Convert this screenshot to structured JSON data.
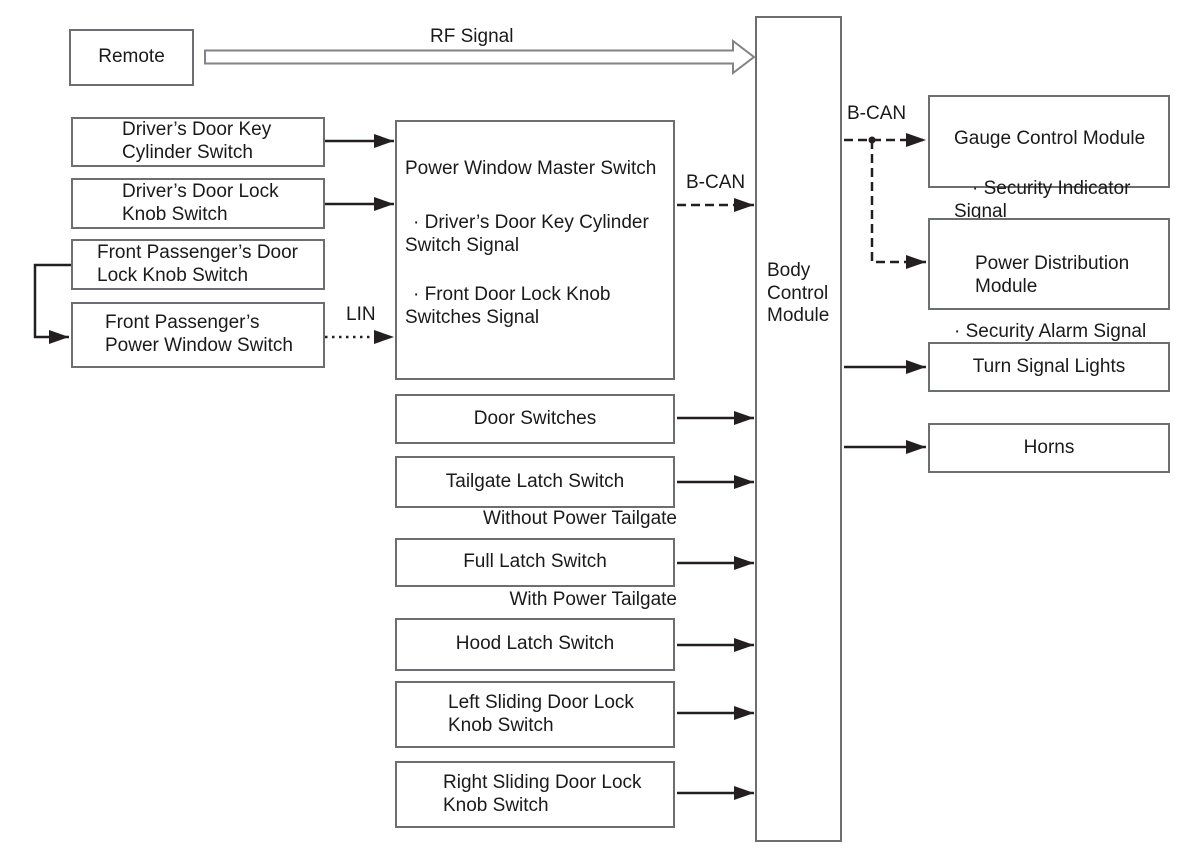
{
  "diagram_title": "Security alarm system block diagram",
  "colors": {
    "background": "#ffffff",
    "box_border": "#6d6e71",
    "line": "#231f20",
    "text": "#1a1a1a",
    "rf_arrow_outline": "#808285"
  },
  "labels": {
    "rf_signal": "RF Signal",
    "lin": "LIN",
    "bcan_left": "B-CAN",
    "bcan_right": "B-CAN",
    "without_power_tailgate": "Without Power Tailgate",
    "with_power_tailgate": "With Power Tailgate"
  },
  "nodes": {
    "remote": {
      "label": "Remote"
    },
    "drivers_door_key_cylinder_switch": {
      "label": "Driver’s Door Key\nCylinder Switch"
    },
    "drivers_door_lock_knob_switch": {
      "label": "Driver’s Door Lock\nKnob Switch"
    },
    "front_passengers_door_lock_knob_switch": {
      "label": "Front Passenger’s Door\nLock Knob Switch"
    },
    "front_passengers_power_window_switch": {
      "label": "Front Passenger’s\nPower Window Switch"
    },
    "power_window_master_switch": {
      "title": "Power Window Master Switch",
      "bullet1": "· Driver’s Door Key Cylinder\nSwitch Signal",
      "bullet2": "· Front Door Lock Knob\nSwitches Signal"
    },
    "door_switches": {
      "label": "Door Switches"
    },
    "tailgate_latch_switch": {
      "label": "Tailgate Latch Switch"
    },
    "full_latch_switch": {
      "label": "Full Latch Switch"
    },
    "hood_latch_switch": {
      "label": "Hood Latch Switch"
    },
    "left_sliding_door_lock_knob_switch": {
      "label": "Left Sliding Door Lock\nKnob Switch"
    },
    "right_sliding_door_lock_knob_switch": {
      "label": "Right Sliding Door Lock\nKnob Switch"
    },
    "body_control_module": {
      "label": "Body\nControl\nModule"
    },
    "gauge_control_module": {
      "title": "Gauge Control Module",
      "bullet": "· Security Indicator\nSignal"
    },
    "power_distribution_module": {
      "title": "Power Distribution\nModule",
      "bullet": "· Security Alarm Signal"
    },
    "turn_signal_lights": {
      "label": "Turn Signal Lights"
    },
    "horns": {
      "label": "Horns"
    }
  }
}
